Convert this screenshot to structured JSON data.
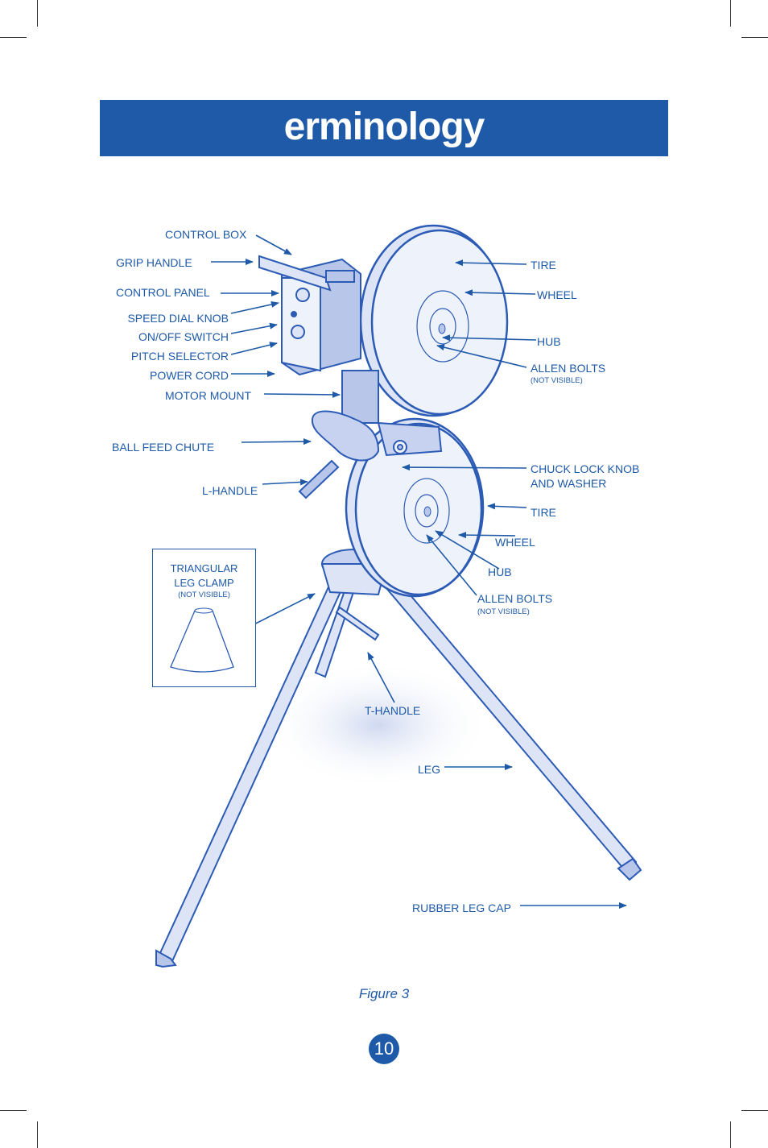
{
  "page": {
    "title": "erminology",
    "figure_caption": "Figure 3",
    "page_number": "10"
  },
  "labels": {
    "control_box": "CONTROL BOX",
    "grip_handle": "GRIP HANDLE",
    "control_panel": "CONTROL PANEL",
    "speed_dial_knob": "SPEED DIAL KNOB",
    "on_off_switch": "ON/OFF SWITCH",
    "pitch_selector": "PITCH SELECTOR",
    "power_cord": "POWER CORD",
    "motor_mount": "MOTOR MOUNT",
    "ball_feed_chute": "BALL FEED CHUTE",
    "l_handle": "L-HANDLE",
    "tire_top": "TIRE",
    "wheel_top": "WHEEL",
    "hub_top": "HUB",
    "allen_bolts_top": "ALLEN BOLTS",
    "not_visible_top": "(NOT VISIBLE)",
    "chuck_lock_1": "CHUCK LOCK KNOB",
    "chuck_lock_2": "AND WASHER",
    "tire_bottom": "TIRE",
    "wheel_bottom": "WHEEL",
    "hub_bottom": "HUB",
    "allen_bolts_bottom": "ALLEN BOLTS",
    "not_visible_bottom": "(NOT VISIBLE)",
    "t_handle": "T-HANDLE",
    "leg": "LEG",
    "rubber_leg_cap": "RUBBER LEG CAP"
  },
  "clamp_box": {
    "title_1": "TRIANGULAR",
    "title_2": "LEG CLAMP",
    "note": "(NOT VISIBLE)"
  },
  "colors": {
    "accent": "#1e5aa8",
    "illustration_fill": "#dde4f5",
    "illustration_stroke": "#2c5bb5"
  }
}
